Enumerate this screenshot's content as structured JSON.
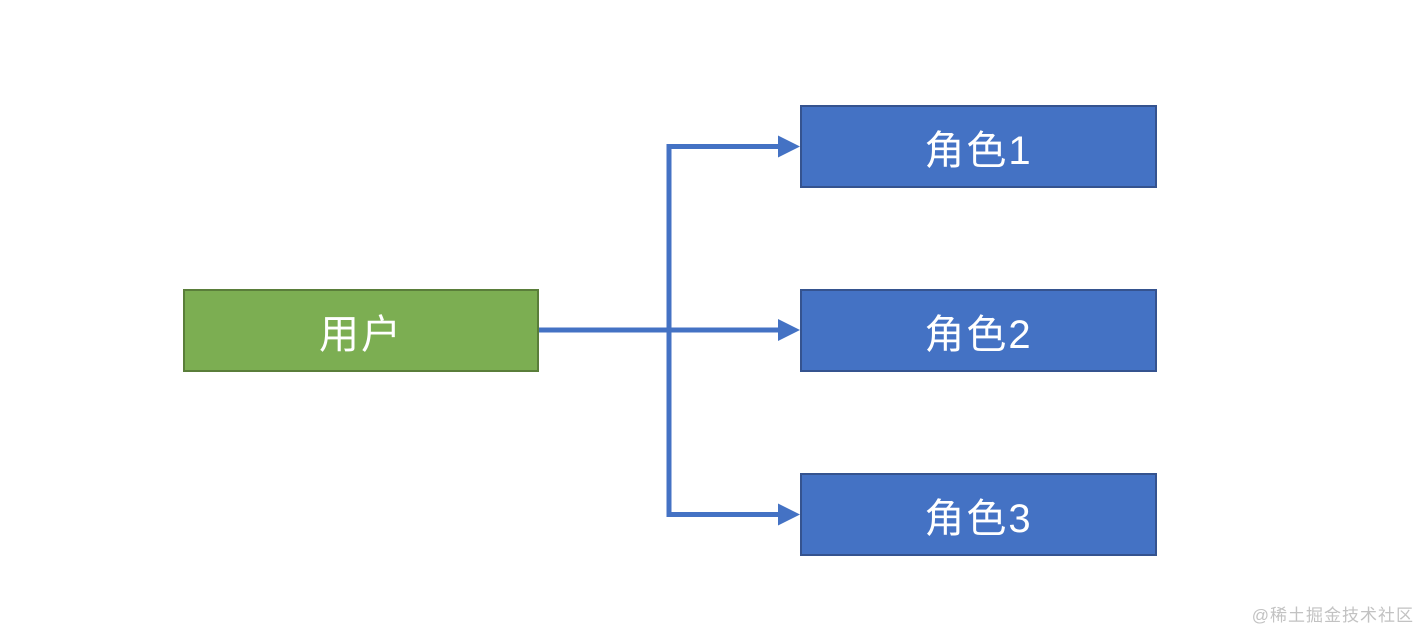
{
  "diagram": {
    "user": {
      "label": "用户"
    },
    "roles": [
      {
        "label": "角色1"
      },
      {
        "label": "角色2"
      },
      {
        "label": "角色3"
      }
    ],
    "connections": [
      {
        "from": "用户",
        "to": "角色1"
      },
      {
        "from": "用户",
        "to": "角色2"
      },
      {
        "from": "用户",
        "to": "角色3"
      }
    ],
    "colors": {
      "user_fill": "#7cae52",
      "user_border": "#5a7e3a",
      "role_fill": "#4472c4",
      "role_border": "#35538f",
      "connector": "#4472c4",
      "label_text": "#ffffff"
    }
  },
  "watermark": {
    "text": "@稀土掘金技术社区",
    "color": "#c2c2c2"
  }
}
